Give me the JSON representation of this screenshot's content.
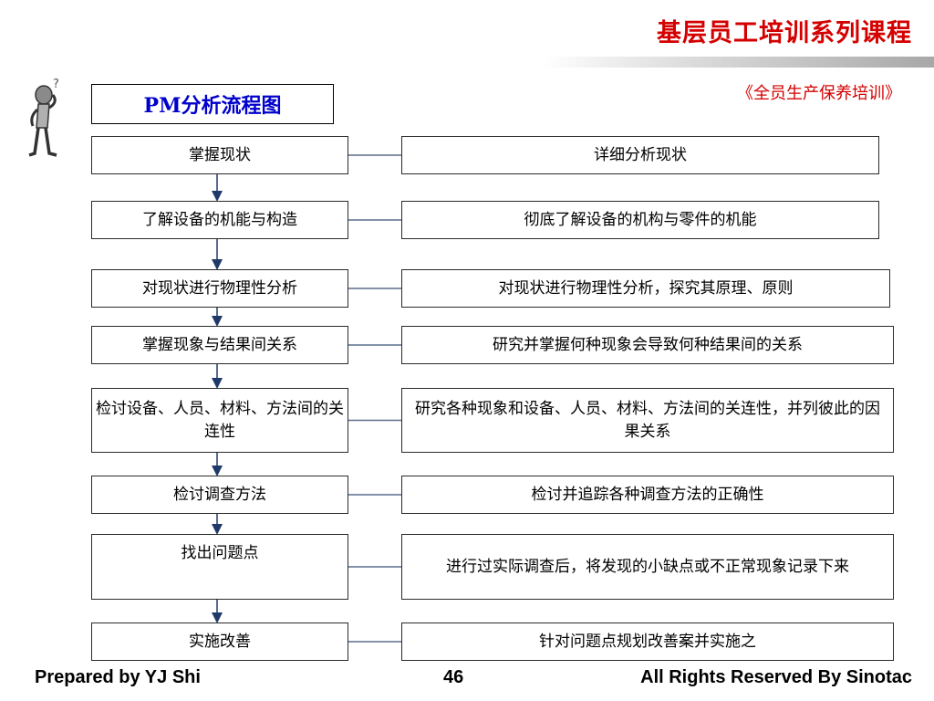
{
  "header": {
    "series_title": "基层员工培训系列课程",
    "course_title": "《全员生产保养培训》"
  },
  "chart_title": "PM分析流程图",
  "steps": [
    {
      "label": "掌握现状",
      "detail": "详细分析现状"
    },
    {
      "label": "了解设备的机能与构造",
      "detail": "彻底了解设备的机构与零件的机能"
    },
    {
      "label": "对现状进行物理性分析",
      "detail": "对现状进行物理性分析，探究其原理、原则"
    },
    {
      "label": "掌握现象与结果间关系",
      "detail": "研究并掌握何种现象会导致何种结果间的关系"
    },
    {
      "label": "检讨设备、人员、材料、方法间的关连性",
      "detail": "研究各种现象和设备、人员、材料、方法间的关连性，并列彼此的因果关系"
    },
    {
      "label": "检讨调查方法",
      "detail": "检讨并追踪各种调查方法的正确性"
    },
    {
      "label": "找出问题点",
      "detail": "进行过实际调查后，将发现的小缺点或不正常现象记录下来"
    },
    {
      "label": "实施改善",
      "detail": "针对问题点规划改善案并实施之"
    }
  ],
  "footer": {
    "prepared_by": "Prepared by YJ Shi",
    "page_number": "46",
    "rights": "All Rights Reserved By Sinotac"
  },
  "colors": {
    "title_red": "#d40000",
    "chart_title_blue": "#0000cc",
    "arrow_navy": "#1f3a68"
  }
}
